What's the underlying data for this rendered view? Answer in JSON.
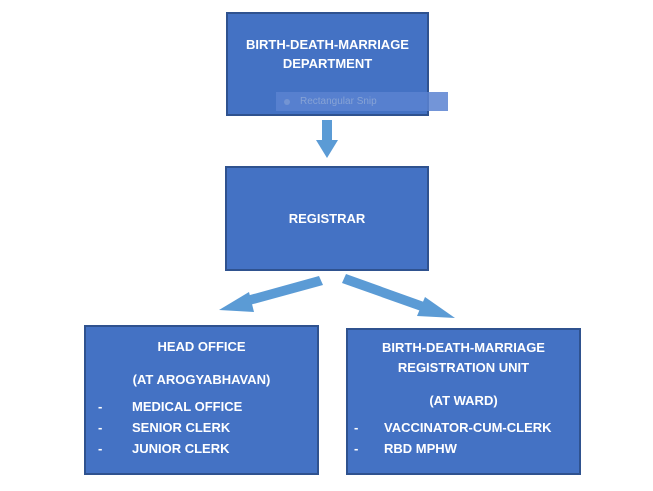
{
  "nodes": {
    "department": {
      "line1": "BIRTH-DEATH-MARRIAGE",
      "line2": "DEPARTMENT",
      "overlay_label": "Rectangular Snip"
    },
    "registrar": {
      "label": "REGISTRAR"
    },
    "head_office": {
      "title": "HEAD OFFICE",
      "subtitle": "(AT AROGYABHAVAN)",
      "items": [
        {
          "dash": "-",
          "text": "MEDICAL OFFICE"
        },
        {
          "dash": "-",
          "text": "SENIOR CLERK"
        },
        {
          "dash": "-",
          "text": "JUNIOR CLERK"
        }
      ]
    },
    "registration_unit": {
      "title_line1": "BIRTH-DEATH-MARRIAGE",
      "title_line2": "REGISTRATION UNIT",
      "subtitle": "(AT WARD)",
      "items": [
        {
          "dash": "-",
          "text": "VACCINATOR-CUM-CLERK"
        },
        {
          "dash": "-",
          "text": "RBD MPHW"
        }
      ]
    }
  },
  "edges": [
    {
      "from": "department",
      "to": "registrar"
    },
    {
      "from": "registrar",
      "to": "head_office"
    },
    {
      "from": "registrar",
      "to": "registration_unit"
    }
  ],
  "colors": {
    "box_fill": "#4472c4",
    "box_border": "#2f528f",
    "arrow": "#5b9bd5",
    "text": "#ffffff"
  }
}
